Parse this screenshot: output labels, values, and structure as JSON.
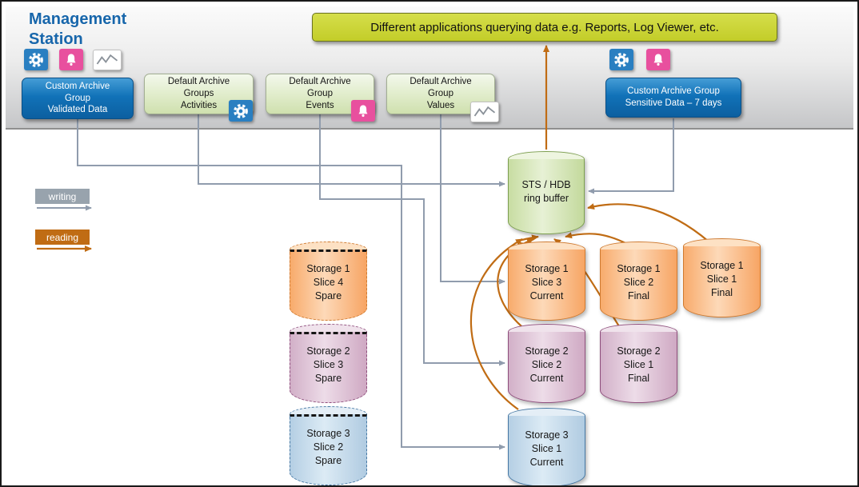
{
  "header": {
    "title_lines": [
      "Management",
      "Station"
    ],
    "app_box_label": "Different applications querying data e.g. Reports, Log Viewer, etc.",
    "archive_groups": [
      {
        "lines": [
          "Custom Archive",
          "Group",
          "Validated Data"
        ],
        "type": "custom"
      },
      {
        "lines": [
          "Default Archive",
          "Groups",
          "Activities"
        ],
        "type": "default",
        "corner_icon": "gear"
      },
      {
        "lines": [
          "Default Archive",
          "Group",
          "Events"
        ],
        "type": "default",
        "corner_icon": "bell"
      },
      {
        "lines": [
          "Default Archive",
          "Group",
          "Values"
        ],
        "type": "default",
        "corner_icon": "trend"
      },
      {
        "lines": [
          "Custom Archive Group",
          "Sensitive Data – 7 days"
        ],
        "type": "custom"
      }
    ],
    "icons_left": [
      "gear",
      "bell",
      "trend"
    ],
    "icons_right": [
      "gear",
      "bell"
    ]
  },
  "legend": {
    "writing_label": "writing",
    "reading_label": "reading"
  },
  "ring_buffer": {
    "lines": [
      "STS / HDB",
      "ring buffer"
    ],
    "color_theme": "green"
  },
  "storages": [
    {
      "lines": [
        "Storage 1",
        "Slice 4",
        "Spare"
      ],
      "color_theme": "orange",
      "dashed": true
    },
    {
      "lines": [
        "Storage 2",
        "Slice 3",
        "Spare"
      ],
      "color_theme": "purple",
      "dashed": true
    },
    {
      "lines": [
        "Storage 3",
        "Slice 2",
        "Spare"
      ],
      "color_theme": "blue",
      "dashed": true
    },
    {
      "lines": [
        "Storage 1",
        "Slice 3",
        "Current"
      ],
      "color_theme": "orange",
      "dashed": false
    },
    {
      "lines": [
        "Storage 1",
        "Slice 2",
        "Final"
      ],
      "color_theme": "orange",
      "dashed": false
    },
    {
      "lines": [
        "Storage 1",
        "Slice 1",
        "Final"
      ],
      "color_theme": "orange",
      "dashed": false
    },
    {
      "lines": [
        "Storage 2",
        "Slice 2",
        "Current"
      ],
      "color_theme": "purple",
      "dashed": false
    },
    {
      "lines": [
        "Storage 2",
        "Slice 1",
        "Final"
      ],
      "color_theme": "purple",
      "dashed": false
    },
    {
      "lines": [
        "Storage 3",
        "Slice 1",
        "Current"
      ],
      "color_theme": "blue",
      "dashed": false
    }
  ],
  "colors": {
    "writing_arrow": "#909cad",
    "reading_arrow": "#c06c14",
    "title_blue": "#1766ab",
    "custom_box_blue": "#1172b8",
    "default_box_green": "#dde9c6",
    "app_box_yellow_green": "#c9d22f",
    "gear_tile": "#2a7fc1",
    "bell_tile": "#e8509e",
    "ring_buffer_green": "#cfe2ae",
    "storage1_orange": "#f8ab6c",
    "storage2_purple": "#d2b0c8",
    "storage3_blue": "#b5cfe4"
  }
}
